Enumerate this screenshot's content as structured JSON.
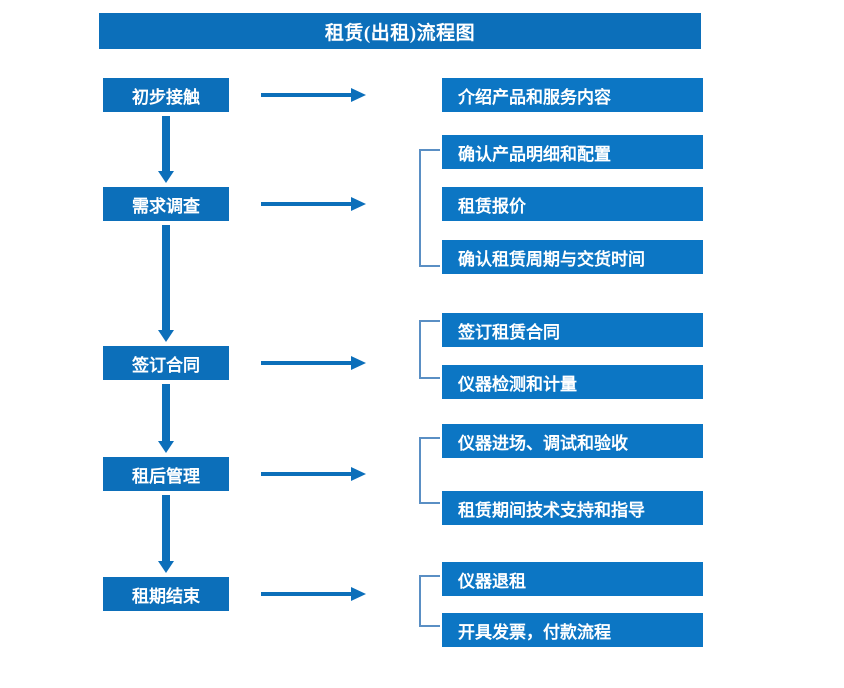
{
  "title": "租赁(出租)流程图",
  "colors": {
    "primary": "#0c6fba",
    "detail": "#0c76c4",
    "bracket": "#5a8fc4",
    "text": "#ffffff",
    "background": "#ffffff"
  },
  "stages": [
    {
      "label": "初步接触"
    },
    {
      "label": "需求调查"
    },
    {
      "label": "签订合同"
    },
    {
      "label": "租后管理"
    },
    {
      "label": "租期结束"
    }
  ],
  "details": [
    {
      "label": "介绍产品和服务内容"
    },
    {
      "label": "确认产品明细和配置"
    },
    {
      "label": "租赁报价"
    },
    {
      "label": "确认租赁周期与交货时间"
    },
    {
      "label": "签订租赁合同"
    },
    {
      "label": "仪器检测和计量"
    },
    {
      "label": "仪器进场、调试和验收"
    },
    {
      "label": "租赁期间技术支持和指导"
    },
    {
      "label": "仪器退租"
    },
    {
      "label": "开具发票，付款流程"
    }
  ],
  "connectors": {
    "horizontal_arrow_count": 5,
    "vertical_arrow_count": 4,
    "bracket_count": 4
  }
}
